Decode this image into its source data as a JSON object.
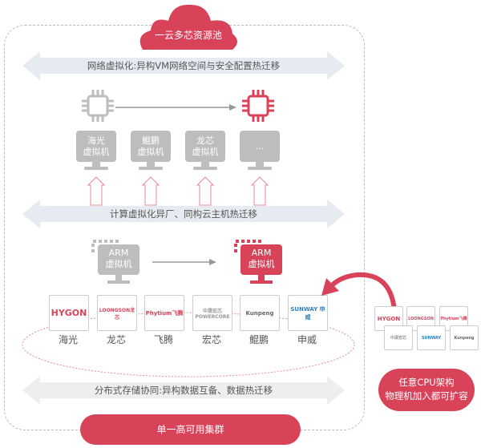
{
  "cloud_title": "一云多芯资源池",
  "network_band": "网络虚拟化:异构VM网络空间与安全配置热迁移",
  "compute_band": "计算虚拟化异厂、同构云主机热迁移",
  "storage_band": "分布式存储协同:异构数据互备、数据热迁移",
  "vms": [
    {
      "line1": "海光",
      "line2": "虚拟机"
    },
    {
      "line1": "鲲鹏",
      "line2": "虚拟机"
    },
    {
      "line1": "龙芯",
      "line2": "虚拟机"
    },
    {
      "line1": "...",
      "line2": ""
    }
  ],
  "arm_vm": {
    "line1": "ARM",
    "line2": "虚拟机"
  },
  "vendors": [
    {
      "logo": "HYGON",
      "label": "海光"
    },
    {
      "logo": "LOONGSON龙芯",
      "label": "龙芯"
    },
    {
      "logo": "Phytium飞腾",
      "label": "飞腾"
    },
    {
      "logo": "中晟宏芯 POWERCORE",
      "label": "宏芯"
    },
    {
      "logo": "Kunpeng",
      "label": "鲲鹏"
    },
    {
      "logo": "SUNWAY 申威",
      "label": "申威"
    }
  ],
  "side_logos": [
    "HYGON",
    "LOONGSON",
    "Phytium飞腾",
    "中晟宏芯",
    "SUNWAY",
    "Kunpeng"
  ],
  "expand_pill": {
    "line1": "任意CPU架构",
    "line2": "物理机加入都可扩容"
  },
  "cluster_pill": "单一高可用集群",
  "colors": {
    "accent": "#d9435a",
    "gray": "#bdbdbd",
    "band_blue": "#e6ebf2",
    "band_gray": "#eeeeee"
  }
}
